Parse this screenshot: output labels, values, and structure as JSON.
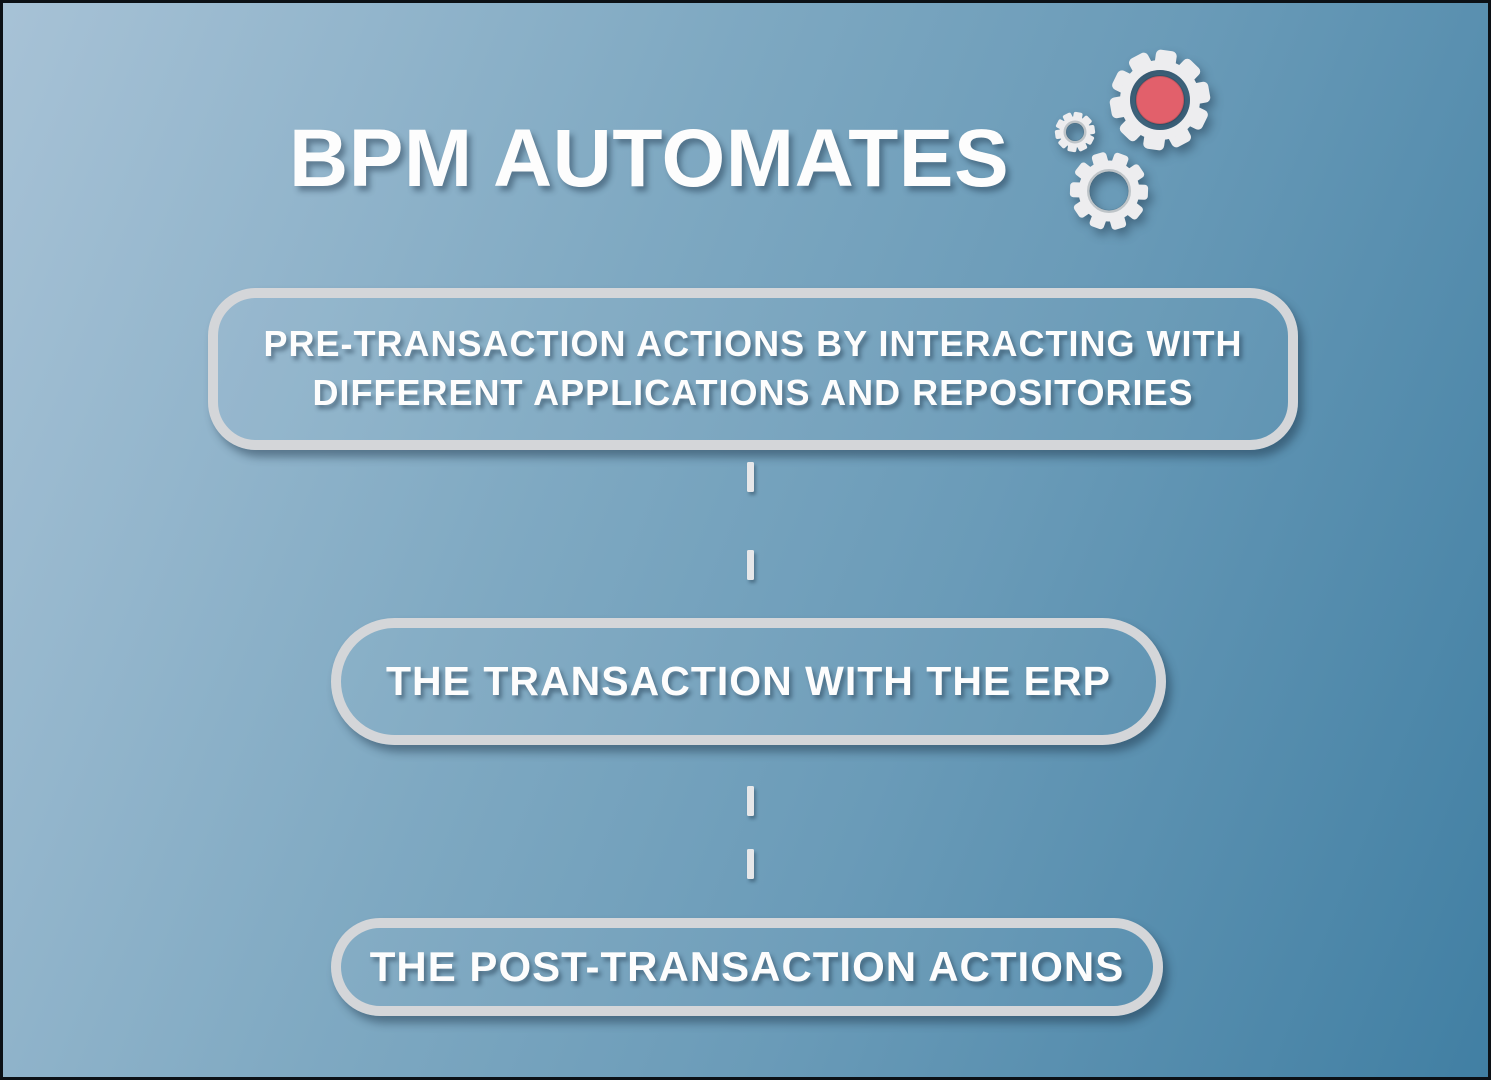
{
  "header": {
    "title": "BPM AUTOMATES"
  },
  "steps": [
    {
      "label": "PRE-TRANSACTION ACTIONS BY INTERACTING WITH DIFFERENT APPLICATIONS AND REPOSITORIES"
    },
    {
      "label": "THE TRANSACTION WITH THE ERP"
    },
    {
      "label": "THE POST-TRANSACTION ACTIONS"
    }
  ],
  "decorations": {
    "gears": [
      "gear-icon-large-red",
      "gear-icon-small",
      "gear-icon-medium"
    ],
    "connector_style": "dashed-vertical"
  },
  "colors": {
    "background_gradient_start": "#a7c2d6",
    "background_gradient_end": "#417fa3",
    "box_border": "#d4d6d9",
    "text": "#fdfdfd",
    "gear_body": "#ededef",
    "gear_accent_red": "#e2606b",
    "connector_dash": "#e6e7e9",
    "frame_border": "#0c1116"
  }
}
